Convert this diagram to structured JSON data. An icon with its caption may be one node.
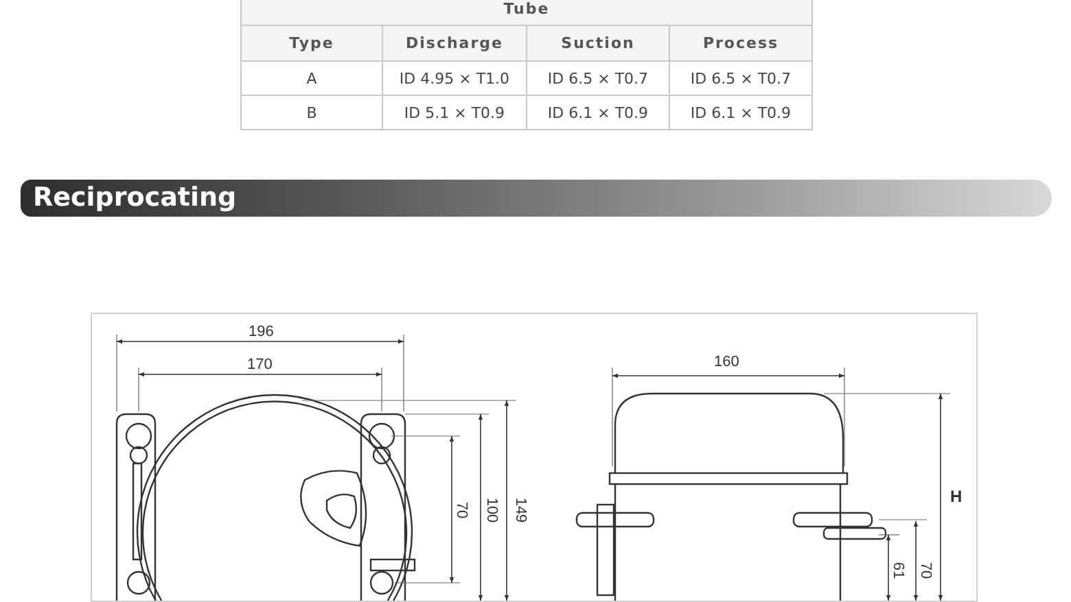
{
  "diagram": {
    "labels": [
      "Tube",
      "Type",
      "Discharge",
      "Suction",
      "Process",
      "A",
      "ID 4.95 × T1.0",
      "ID 6.5 × T0.7",
      "ID 6.5 × T0.7",
      "B",
      "ID 5.1 × T0.9",
      "ID 6.1 × T0.9",
      "ID 6.1 × T0.9",
      "Reciprocating",
      "196",
      "170",
      "70",
      "100",
      "149",
      "160",
      "H",
      "61",
      "70"
    ]
  }
}
